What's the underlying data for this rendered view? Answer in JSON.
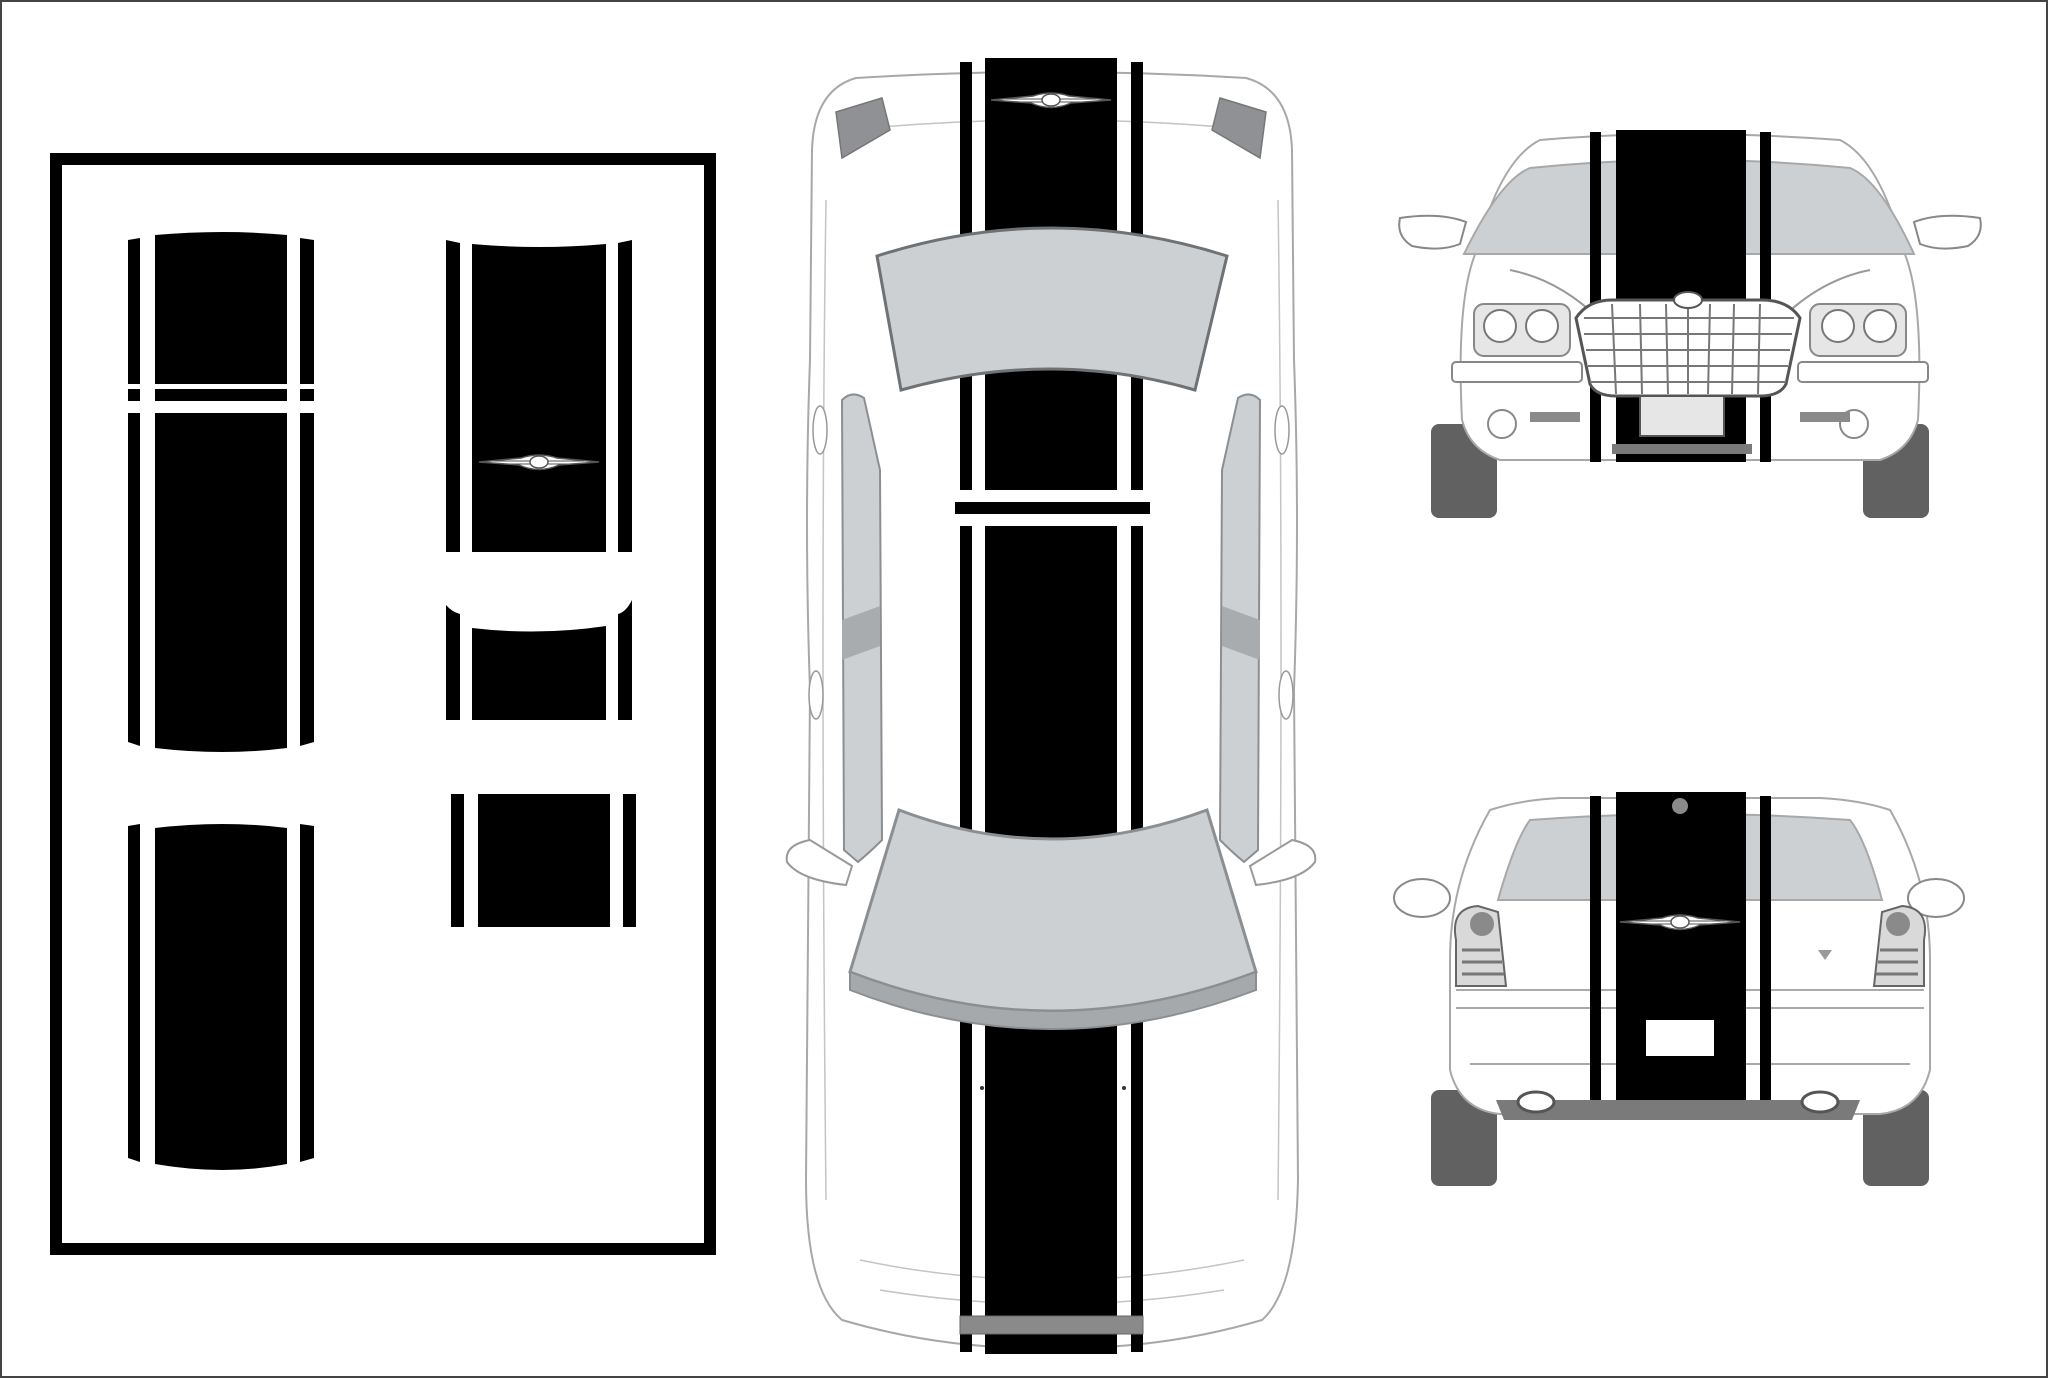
{
  "colors": {
    "stripe": "#000000",
    "glass": "#cdd0d3",
    "glass_edge": "#8c8f92",
    "tire": "#616161",
    "trim_gray": "#7a7a7a",
    "body_line": "#a8a8a8",
    "frame": "#000000",
    "background": "#ffffff"
  },
  "icons": {
    "badge": "winged-badge-icon"
  },
  "views": [
    "decal-layout-panel",
    "car-top-view",
    "car-front-view",
    "car-rear-view"
  ]
}
